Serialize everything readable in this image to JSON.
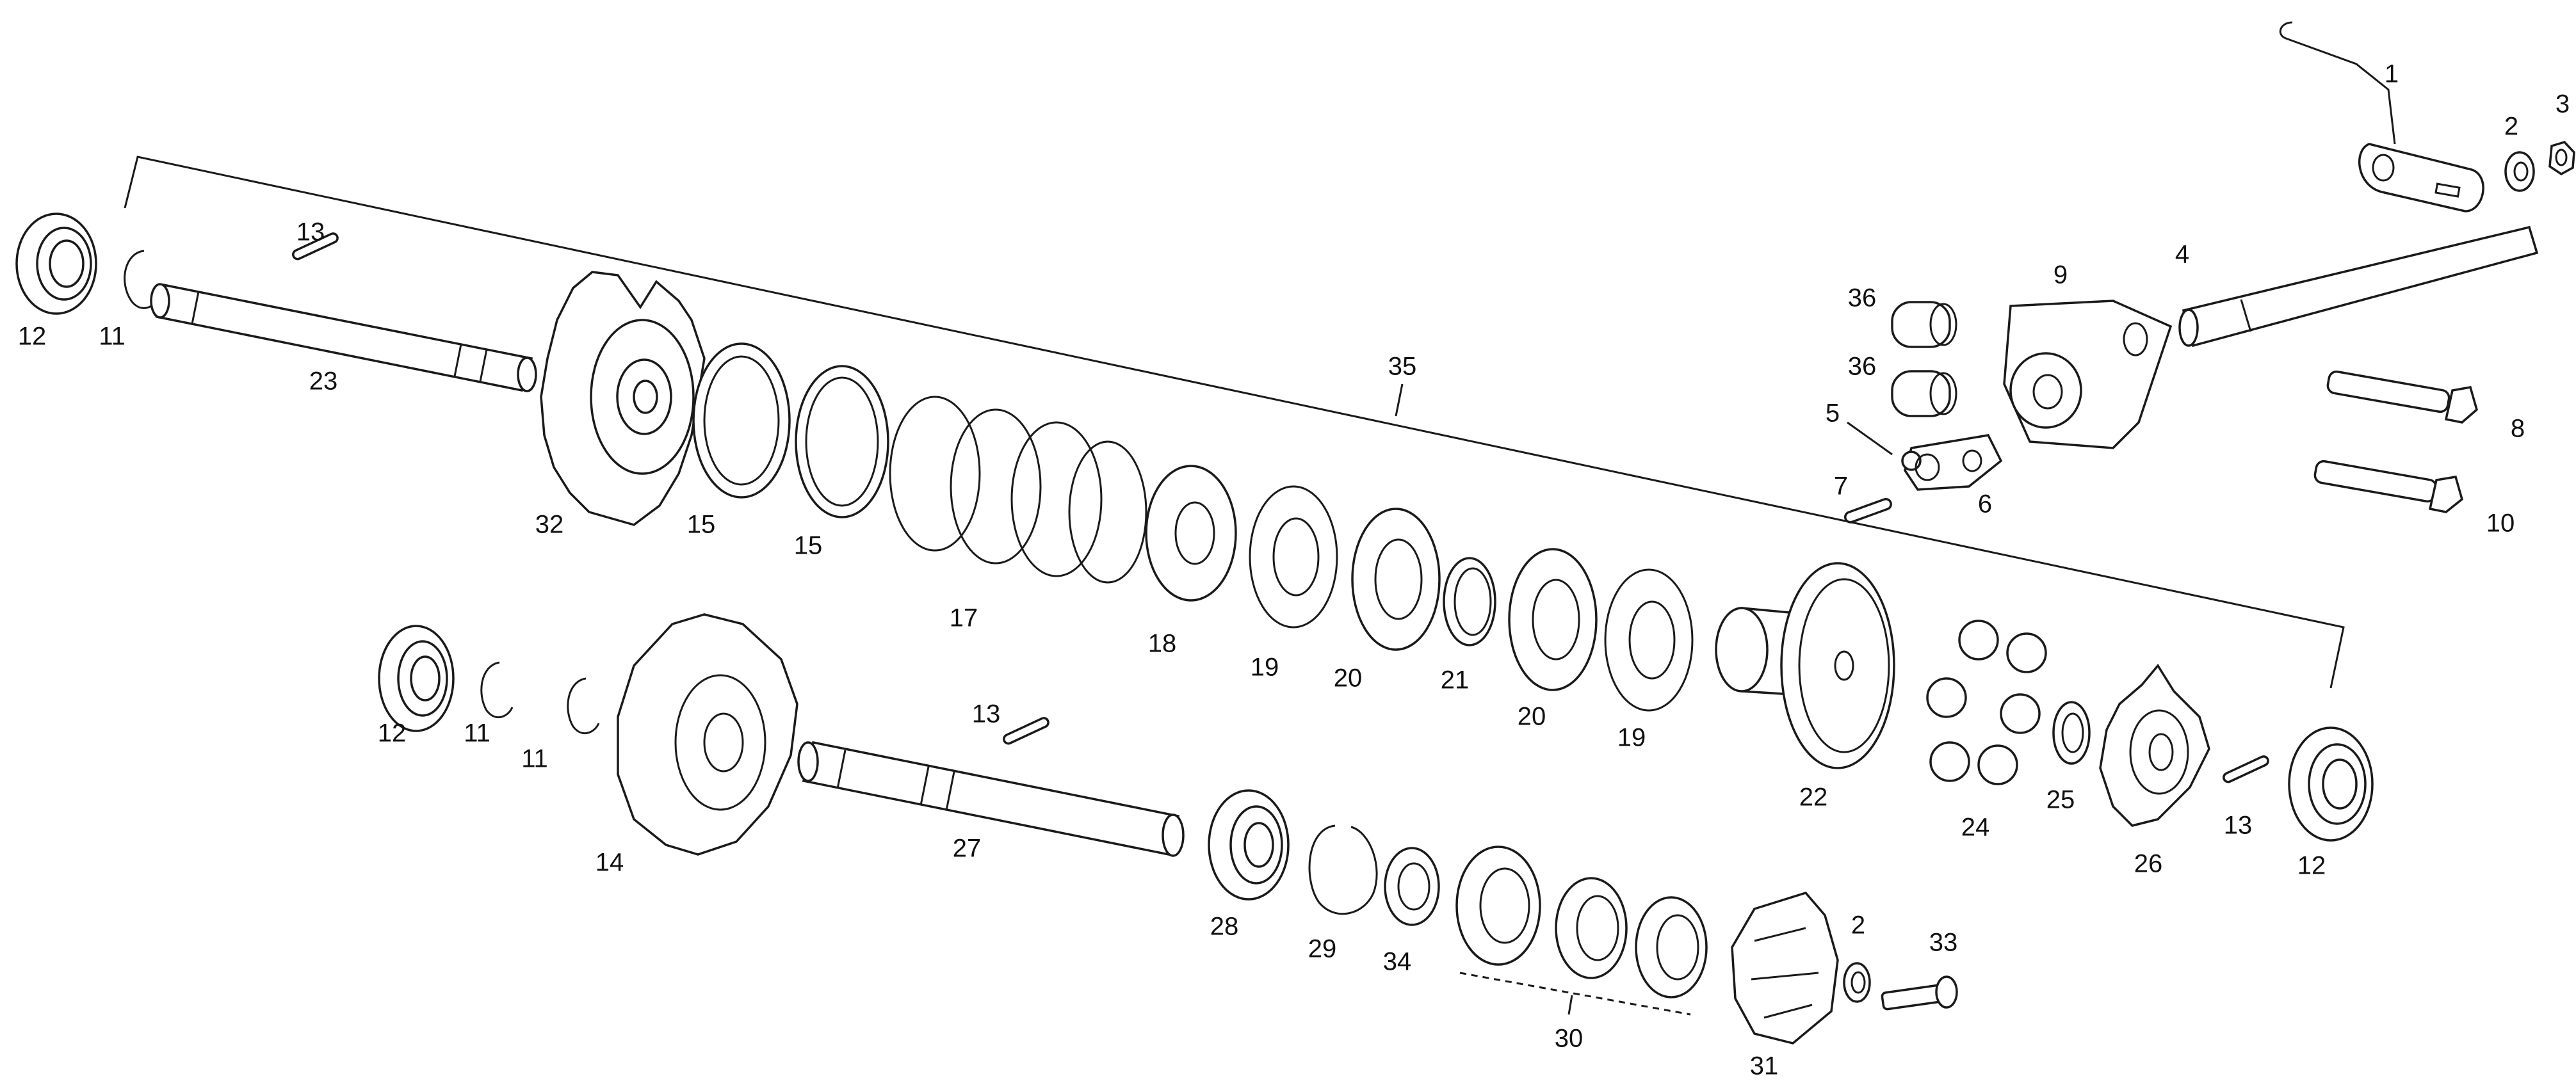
{
  "callouts": {
    "c1": "1",
    "c2a": "2",
    "c3": "3",
    "c4": "4",
    "c5": "5",
    "c6": "6",
    "c7": "7",
    "c8": "8",
    "c9": "9",
    "c10": "10",
    "c11a": "11",
    "c11b": "11",
    "c11c": "11",
    "c12a": "12",
    "c12b": "12",
    "c12c": "12",
    "c13a": "13",
    "c13b": "13",
    "c13c": "13",
    "c14": "14",
    "c15a": "15",
    "c15b": "15",
    "c17": "17",
    "c18": "18",
    "c19a": "19",
    "c19b": "19",
    "c20a": "20",
    "c20b": "20",
    "c21": "21",
    "c22": "22",
    "c23": "23",
    "c24": "24",
    "c25": "25",
    "c26": "26",
    "c27": "27",
    "c28": "28",
    "c29": "29",
    "c30": "30",
    "c31": "31",
    "c2b": "2",
    "c32": "32",
    "c33": "33",
    "c34": "34",
    "c35": "35",
    "c36a": "36",
    "c36b": "36"
  },
  "colors": {
    "line": "#1a1a1a",
    "background": "#ffffff"
  }
}
